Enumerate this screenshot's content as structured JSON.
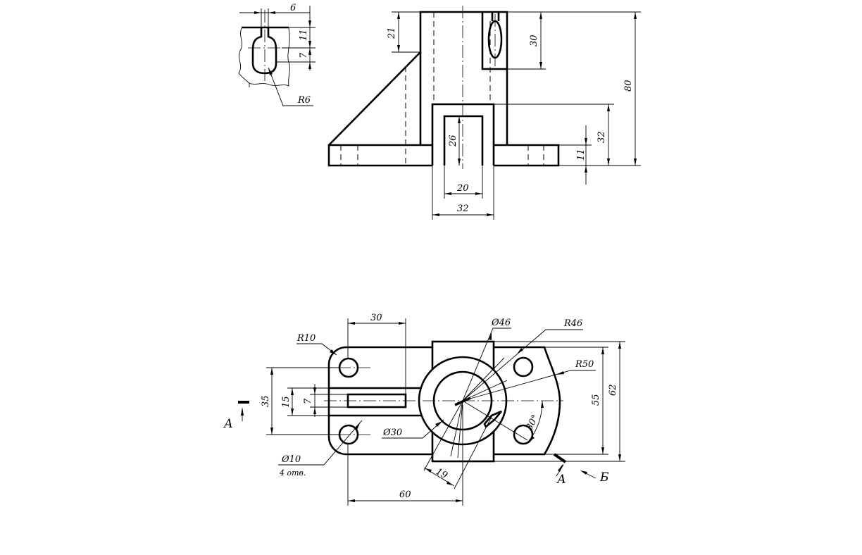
{
  "detail_view": {
    "dims": {
      "slot_width": "6",
      "slot_upper": "11",
      "slot_lower": "7",
      "radius": "R6"
    }
  },
  "front_view": {
    "dims": {
      "top_to_boss": "21",
      "slot_height": "30",
      "total_height": "80",
      "cut_height": "32",
      "base_thickness": "11",
      "inner_cut_height": "26",
      "inner_cut_width": "20",
      "outer_cut_width": "32"
    }
  },
  "plan_view": {
    "dims": {
      "slot_offset": "30",
      "bore_outer": "Ø46",
      "outer_radius": "R46",
      "large_radius": "R50",
      "corner_radius": "R10",
      "hole_spacing": "35",
      "slot_width": "15",
      "slot_inner": "7",
      "bore_inner": "Ø30",
      "hole_dia": "Ø10",
      "hole_count": "4 отв.",
      "rib_width": "19",
      "center_distance": "60",
      "flange_inner": "55",
      "flange_outer": "62",
      "angle": "30°"
    },
    "section_labels": {
      "section_a_left": "А",
      "section_a_right": "А",
      "view_b": "Б"
    }
  }
}
